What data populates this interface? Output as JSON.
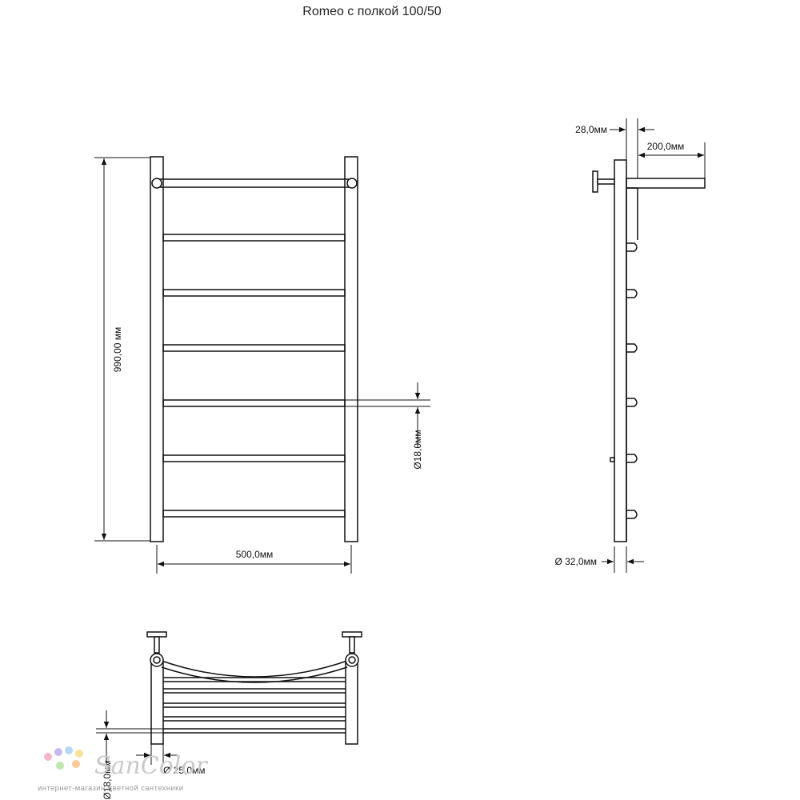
{
  "title": "Romeo с полкой 100/50",
  "front_view": {
    "height_label": "990,00 мм",
    "width_label": "500,0мм",
    "rung_diameter_label": "Ø18,0мм"
  },
  "side_view": {
    "wall_offset_label": "28,0мм",
    "shelf_depth_label": "200,0мм",
    "pipe_diameter_label": "Ø 32,0мм"
  },
  "top_view": {
    "rung_diameter_label": "Ø18,0мм",
    "mount_diameter_label": "Ø 25,0мм"
  },
  "watermark": {
    "brand": "SanColor",
    "tagline": "интернет-магазин цветной сантехники",
    "dot_colors": [
      "#f4b6c8",
      "#c9b8f0",
      "#b6d8f4",
      "#f7e39a",
      "#bfe8b0",
      "#f9c99a"
    ]
  }
}
